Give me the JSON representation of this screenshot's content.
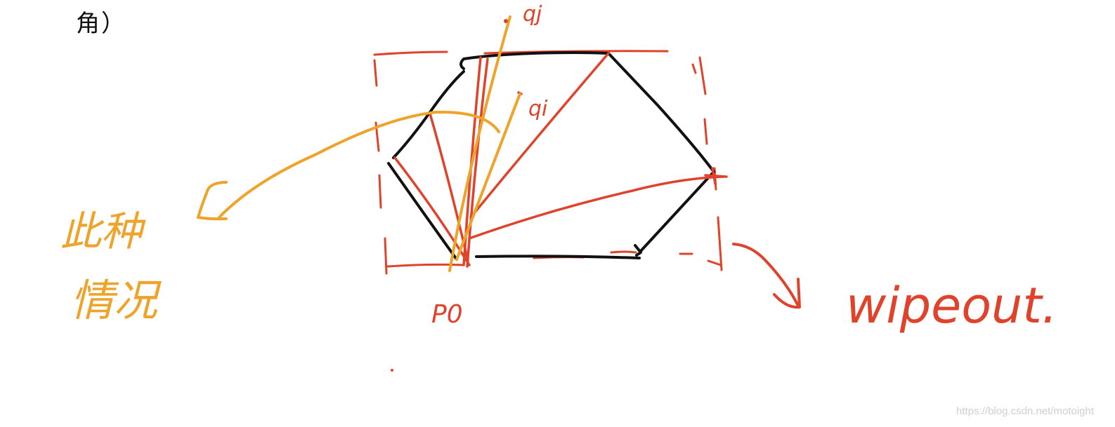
{
  "heading_fragment": "角）",
  "labels": {
    "qj": "qj",
    "qi": "qi",
    "p0": "P0",
    "left_note_line1": "此种",
    "left_note_line2": "情况",
    "wipeout": "wipeout."
  },
  "watermark": "https://blog.csdn.net/motoight",
  "colors": {
    "hull": "#111111",
    "red": "#e0432b",
    "orange": "#eea32a"
  }
}
